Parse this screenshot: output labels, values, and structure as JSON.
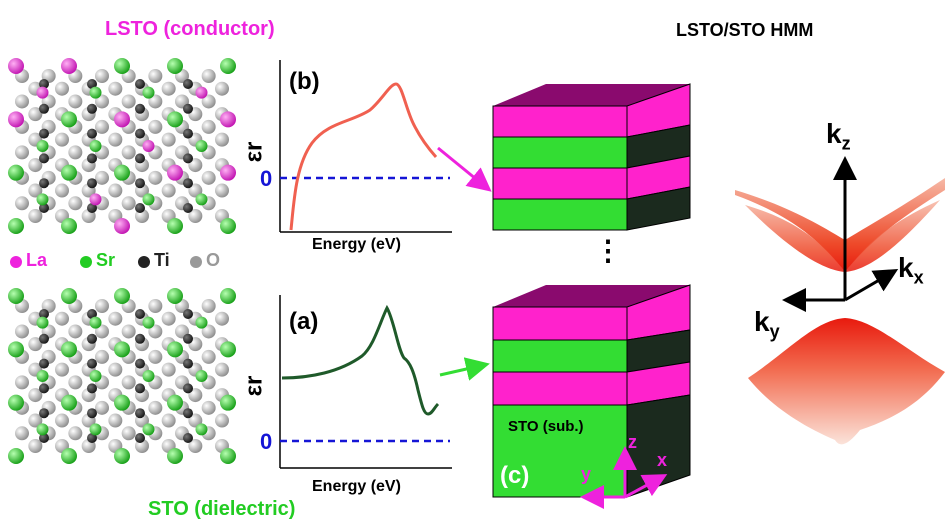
{
  "lsto_title": "LSTO (conductor)",
  "sto_title": "STO (dielectric)",
  "hmm_title": "LSTO/STO HMM",
  "legend": [
    {
      "label": "La",
      "color": "#ee22dd"
    },
    {
      "label": "Sr",
      "color": "#22cc22"
    },
    {
      "label": "Ti",
      "color": "#222222"
    },
    {
      "label": "O",
      "color": "#999999"
    }
  ],
  "panel_b": {
    "label": "(b)",
    "ylabel": "εr",
    "zero": "0",
    "xlabel": "Energy (eV)",
    "color": "#f06050"
  },
  "panel_a": {
    "label": "(a)",
    "ylabel": "εr",
    "zero": "0",
    "xlabel": "Energy (eV)",
    "color": "#1f5a2a"
  },
  "panel_c": {
    "label": "(c)",
    "substrate": "STO (sub.)",
    "ellipsis": "⋮",
    "axes": {
      "z": "z",
      "y": "y",
      "x": "x"
    }
  },
  "dispersion": {
    "kz": "k",
    "kz_sub": "z",
    "kx": "k",
    "kx_sub": "x",
    "ky": "k",
    "ky_sub": "y"
  },
  "colors": {
    "magenta": "#ee22dd",
    "green": "#22cc22",
    "stack_pink": "#ff22cc",
    "stack_green": "#33dd33",
    "stack_top": "#8a0a6e",
    "side": "#1b2a1e"
  }
}
